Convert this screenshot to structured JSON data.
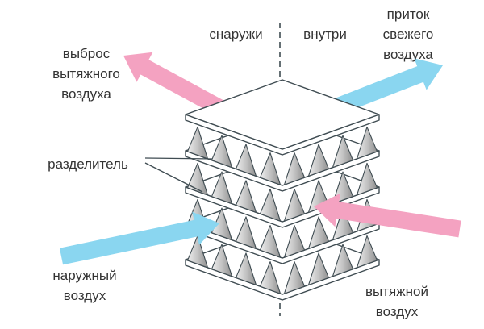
{
  "labels": {
    "exhaust_out": [
      "выброс",
      "вытяжного",
      "воздуха"
    ],
    "outside": "снаружи",
    "inside": "внутри",
    "fresh_in": [
      "приток",
      "свежего",
      "воздуха"
    ],
    "separator": "разделитель",
    "outdoor_air": [
      "наружный",
      "воздух"
    ],
    "exhaust_air": [
      "вытяжной",
      "воздух"
    ]
  },
  "colors": {
    "pink_arrow": "#f4a2c1",
    "blue_arrow": "#8ad6f0",
    "line": "#3f4c52",
    "triangle_light": "#efefef",
    "triangle_mid": "#c3c3c3",
    "triangle_dark": "#8f8f8f",
    "text": "#333333"
  }
}
